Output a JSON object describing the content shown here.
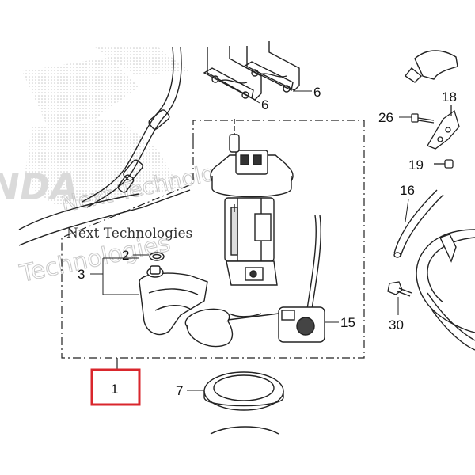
{
  "diagram": {
    "callouts": {
      "c1": "1",
      "c2": "2",
      "c3": "3",
      "c6a": "6",
      "c6b": "6",
      "c7": "7",
      "c15": "15",
      "c16": "16",
      "c18": "18",
      "c19": "19",
      "c26": "26",
      "c30": "30"
    },
    "highlight_color": "#d9262c",
    "line_color": "#222222"
  },
  "watermark": {
    "line1": "Next Technologies",
    "line2": "Technologies",
    "line3": "Next Technologies",
    "brand_fragment": "NDA"
  }
}
